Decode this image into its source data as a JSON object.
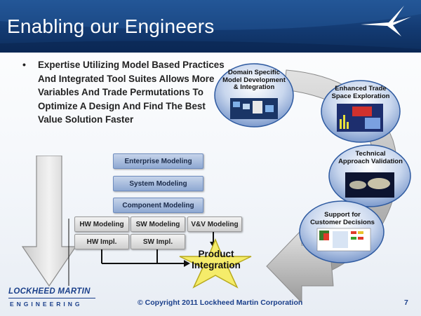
{
  "slide": {
    "title": "Enabling our Engineers",
    "bullet": "Expertise Utilizing Model Based Practices And Integrated Tool Suites Allows More Variables And Trade Permutations To Optimize A Design And Find The Best Value Solution Faster",
    "page_number": "7"
  },
  "hierarchy": {
    "enterprise": "Enterprise Modeling",
    "system": "System Modeling",
    "component": "Component Modeling",
    "hw_modeling": "HW Modeling",
    "sw_modeling": "SW Modeling",
    "vv_modeling": "V&V Modeling",
    "hw_impl": "HW Impl.",
    "sw_impl": "SW Impl.",
    "product_line1": "Product",
    "product_line2": "Integration"
  },
  "cycle": {
    "step1_line1": "Domain Specific",
    "step1_line2": "Model Development",
    "step1_line3": "& Integration",
    "step2_line1": "Enhanced Trade",
    "step2_line2": "Space Exploration",
    "step3_line1": "Technical",
    "step3_line2": "Approach Validation",
    "step4_line1": "Support for",
    "step4_line2": "Customer Decisions"
  },
  "footer": {
    "logo_top": "LOCKHEED MARTIN",
    "logo_bottom": "ENGINEERING",
    "copyright": "© Copyright 2011 Lockheed Martin Corporation"
  },
  "colors": {
    "header": "#133a72",
    "accent_blue": "#1a3f8a",
    "box_blue": "#8ea8d2",
    "star": "#f5ec6a"
  }
}
